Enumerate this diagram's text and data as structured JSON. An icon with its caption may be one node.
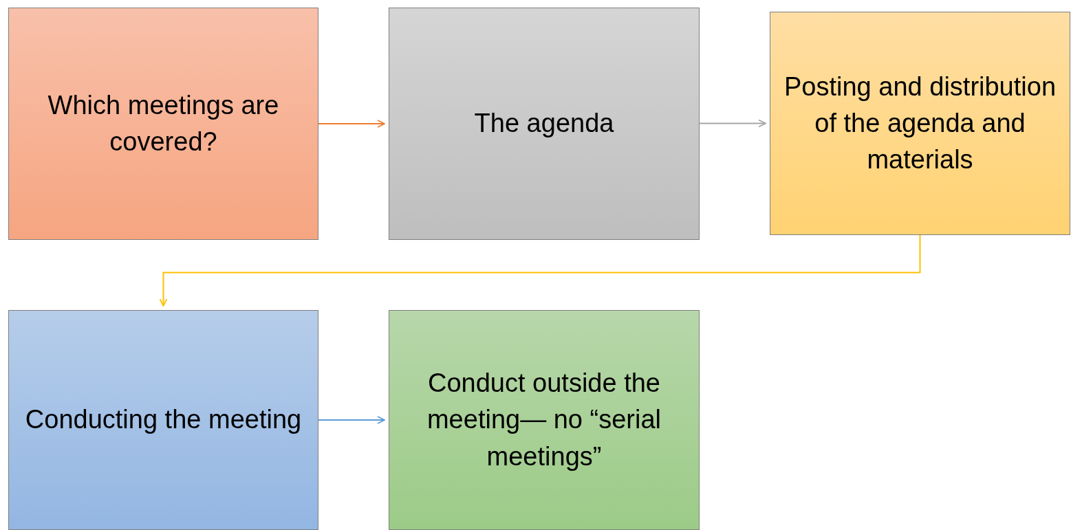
{
  "diagram": {
    "nodes": [
      {
        "text": [
          "Which meetings are covered?"
        ]
      },
      {
        "text": [
          "The agenda"
        ]
      },
      {
        "text": [
          "Posting and distribution of the agenda and materials"
        ]
      },
      {
        "text": [
          "Conducting the meeting"
        ]
      },
      {
        "text": [
          "Conduct outside the meeting— no “serial meetings”"
        ]
      }
    ],
    "edges": [
      {
        "from": 0,
        "to": 1,
        "arrow": "to",
        "color": "#ed7d31"
      },
      {
        "from": 1,
        "to": 2,
        "arrow": "to",
        "color": "#a5a5a5"
      },
      {
        "from": 2,
        "to": 3,
        "arrow": "to",
        "color": "#ffc000"
      },
      {
        "from": 3,
        "to": 4,
        "arrow": "to",
        "color": "#5b9bd5"
      }
    ]
  }
}
